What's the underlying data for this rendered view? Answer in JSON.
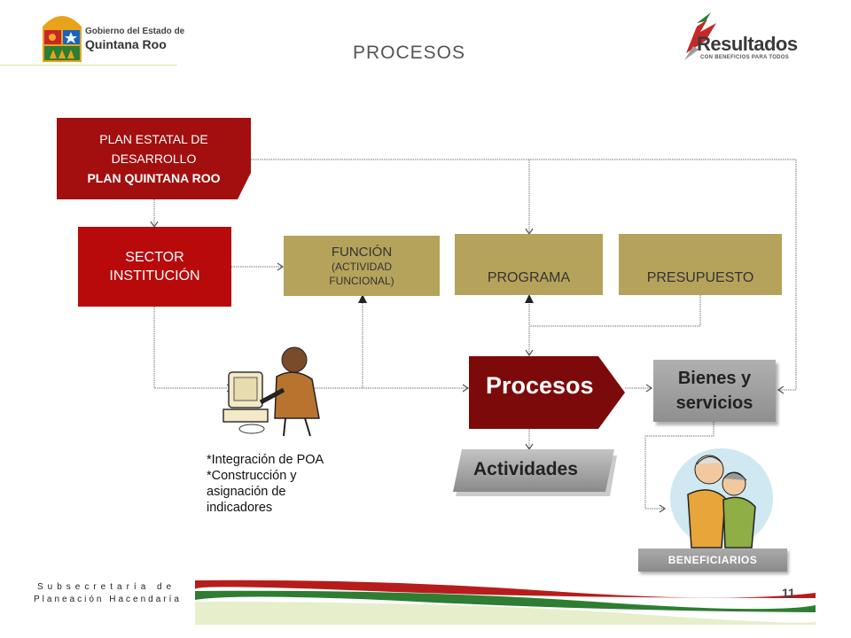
{
  "header": {
    "title": "PROCESOS",
    "gov_logo_line1": "Gobierno del Estado de",
    "gov_logo_line2": "Quintana Roo",
    "results_logo": "Resultados",
    "results_sub": "CON BENEFICIOS PARA TODOS"
  },
  "diagram": {
    "plan": {
      "line1": "PLAN ESTATAL DE",
      "line2": "DESARROLLO",
      "line3": "PLAN  QUINTANA ROO"
    },
    "sector": {
      "line1": "SECTOR",
      "line2": "INSTITUCIÓN"
    },
    "funcion": {
      "line1": "FUNCIÓN",
      "line2": "(ACTIVIDAD",
      "line3": "FUNCIONAL)"
    },
    "programa": "PROGRAMA",
    "presupuesto": "PRESUPUESTO",
    "procesos": "Procesos",
    "bienes": {
      "line1": "Bienes y",
      "line2": "servicios"
    },
    "actividades": "Actividades",
    "beneficiarios": "BENEFICIARIOS",
    "poa_notes": [
      "*Integración de POA",
      "*Construcción y",
      "asignación de",
      "indicadores"
    ]
  },
  "footer": {
    "line1": "Subsecretaría de",
    "line2": "Planeación Hacendaría",
    "page_number": "11"
  },
  "colors": {
    "dark_red": "#a30f0f",
    "red": "#b8090b",
    "olive": "#b5a35b",
    "procesos": "#7d0a0a",
    "gray": "#9e9e9e"
  }
}
